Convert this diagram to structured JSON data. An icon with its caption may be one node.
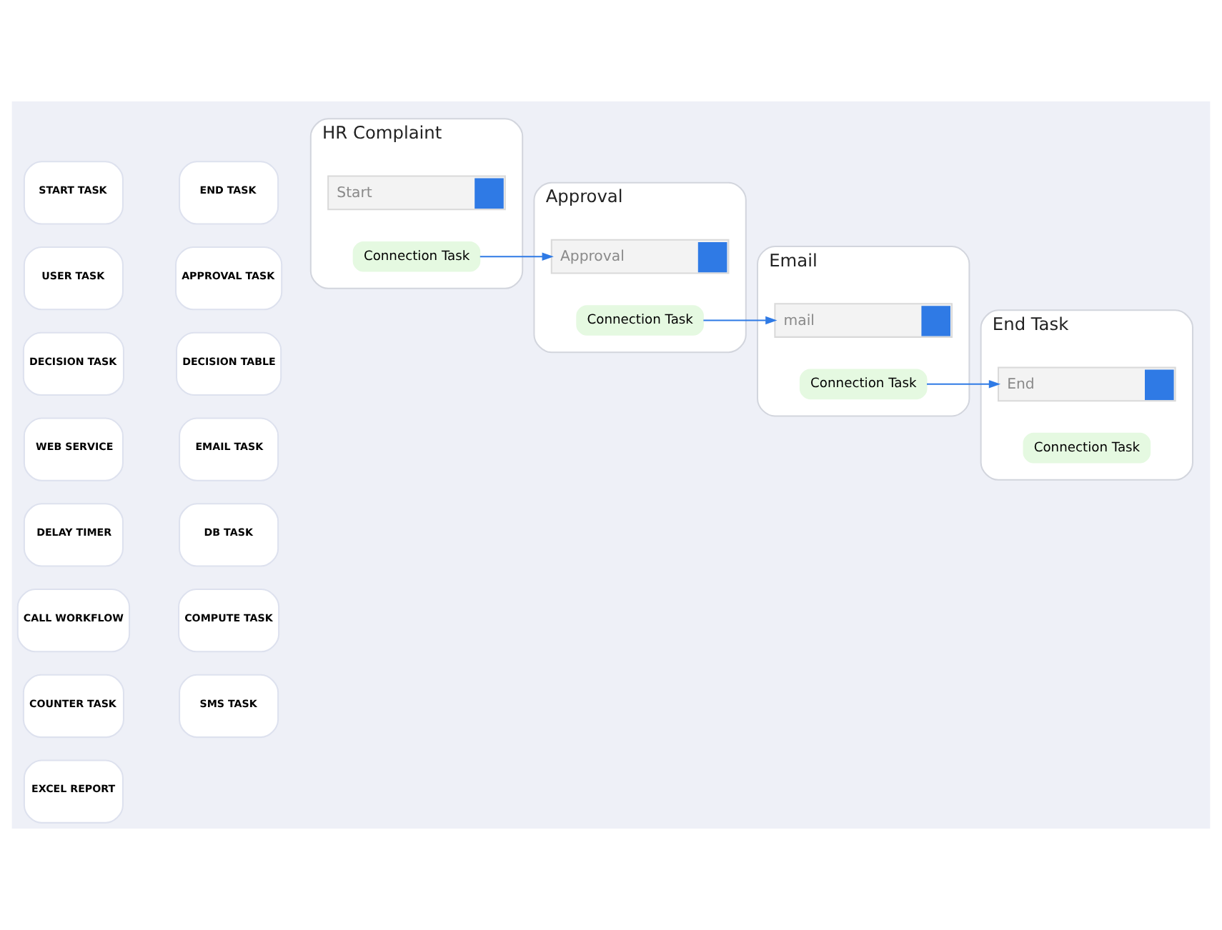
{
  "diagram": {
    "nodes": [
      {
        "text": [
          "START TASK"
        ]
      },
      {
        "text": [
          "END TASK"
        ]
      },
      {
        "text": [
          "USER TASK"
        ]
      },
      {
        "text": [
          "APPROVAL TASK"
        ]
      },
      {
        "text": [
          "DECISION TASK"
        ]
      },
      {
        "text": [
          "DECISION TABLE"
        ]
      },
      {
        "text": [
          "WEB SERVICE"
        ]
      },
      {
        "text": [
          "EMAIL TASK"
        ]
      },
      {
        "text": [
          "DELAY TIMER"
        ]
      },
      {
        "text": [
          "DB TASK"
        ]
      },
      {
        "text": [
          "CALL WORKFLOW"
        ]
      },
      {
        "text": [
          "COMPUTE TASK"
        ]
      },
      {
        "text": [
          "COUNTER TASK"
        ]
      },
      {
        "text": [
          "SMS TASK"
        ]
      },
      {
        "text": [
          "EXCEL REPORT"
        ]
      },
      {
        "text": [
          "HR Complaint"
        ]
      },
      {
        "text": [
          "Start"
        ],
        "in": 15
      },
      {
        "text": [
          "Connection Task"
        ],
        "in": 15
      },
      {
        "text": [
          "Approval"
        ]
      },
      {
        "text": [
          "Approval"
        ],
        "in": 18
      },
      {
        "text": [
          "Connection Task"
        ],
        "in": 18
      },
      {
        "text": [
          "Email"
        ]
      },
      {
        "text": [
          "mail"
        ],
        "in": 21
      },
      {
        "text": [
          "Connection Task"
        ],
        "in": 21
      },
      {
        "text": [
          "End Task"
        ]
      },
      {
        "text": [
          "End"
        ],
        "in": 24
      },
      {
        "text": [
          "Connection Task"
        ],
        "in": 24
      }
    ],
    "edges": [
      {
        "from": 17,
        "to": 19,
        "arrow": "to"
      },
      {
        "from": 20,
        "to": 22,
        "arrow": "to"
      },
      {
        "from": 23,
        "to": 25,
        "arrow": "to"
      }
    ]
  }
}
